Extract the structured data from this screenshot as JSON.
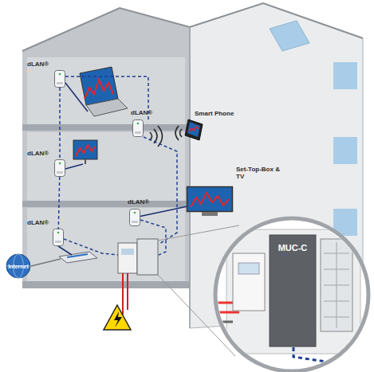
{
  "diagram": {
    "nodes": [
      {
        "text": [
          "dLAN®"
        ]
      },
      {
        "text": [
          "dLAN®"
        ]
      },
      {
        "text": [
          "Smart Phone"
        ]
      },
      {
        "text": [
          "dLAN®"
        ]
      },
      {
        "text": [
          "dLAN®"
        ]
      },
      {
        "text": [
          "Set-Top-Box & TV"
        ]
      },
      {
        "text": [
          "dLAN®"
        ]
      },
      {
        "text": [
          "Internet"
        ]
      },
      {
        "text": [
          "MUC-C"
        ]
      }
    ],
    "edges": [
      {
        "from": 0,
        "to": 3,
        "arrow": "none"
      },
      {
        "from": 3,
        "to": 6,
        "arrow": "none"
      },
      {
        "from": 4,
        "to": 5,
        "arrow": "none"
      }
    ]
  }
}
